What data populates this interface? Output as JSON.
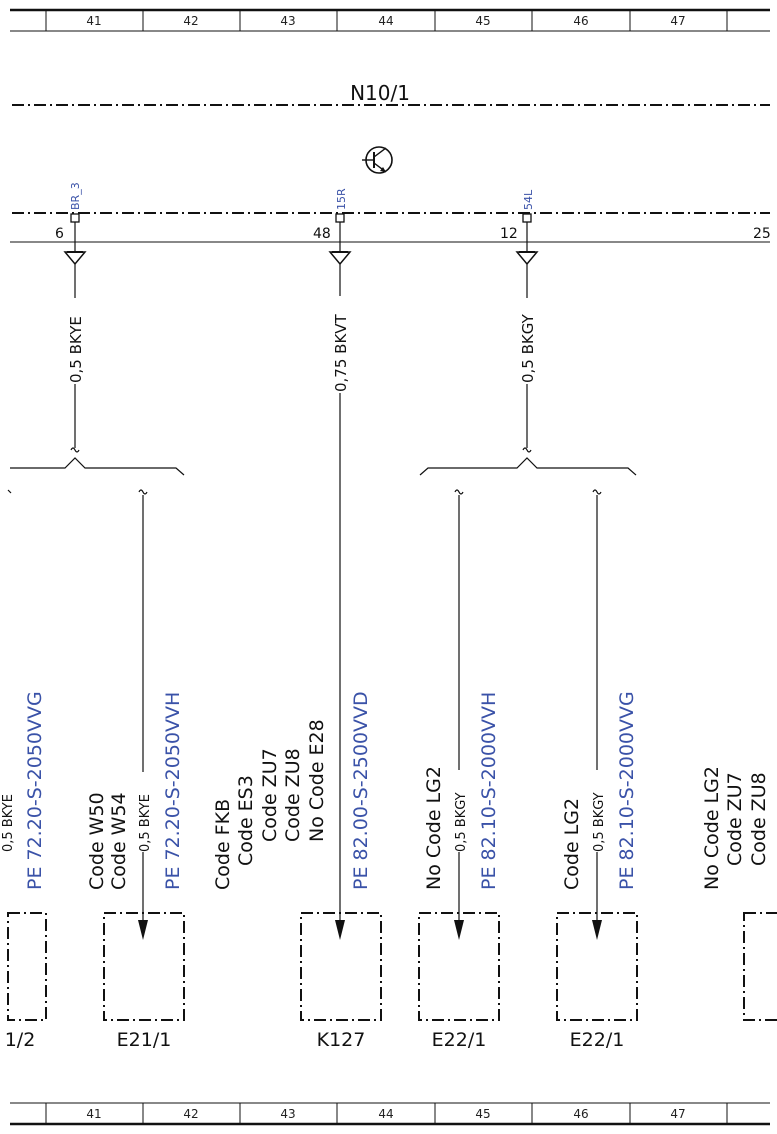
{
  "grid_columns": [
    "41",
    "42",
    "43",
    "44",
    "45",
    "46",
    "47"
  ],
  "module": {
    "name": "N10/1"
  },
  "pins": [
    {
      "label": "BR_3",
      "number": "6"
    },
    {
      "label": "15R",
      "number": "48"
    },
    {
      "label": "54L",
      "number": "12"
    },
    {
      "number": "25"
    }
  ],
  "trunk_wires": [
    "0,5 BKYE",
    "0,75 BKVT",
    "0,5 BKGY"
  ],
  "branches": {
    "partial_left": {
      "code_text": "PE 72.20-S-2050VVG",
      "wire": "0,5 BKYE"
    },
    "e21_1": {
      "codes": [
        "Code W50",
        "Code W54"
      ],
      "wire": "0,5 BKYE",
      "pe": "PE 72.20-S-2050VVH"
    },
    "k127": {
      "codes": [
        "Code FKB",
        "Code ES3",
        "Code ZU7",
        "Code ZU8",
        "No Code E28"
      ],
      "pe": "PE 82.00-S-2500VVD"
    },
    "e22_1_a": {
      "codes": [
        "No Code LG2"
      ],
      "wire": "0,5 BKGY",
      "pe": "PE 82.10-S-2000VVH"
    },
    "e22_1_b": {
      "codes": [
        "Code LG2"
      ],
      "wire": "0,5 BKGY",
      "pe": "PE 82.10-S-2000VVG"
    },
    "partial_right": {
      "codes": [
        "No Code LG2",
        "Code ZU7",
        "Code ZU8"
      ]
    }
  },
  "components": [
    "1/2",
    "E21/1",
    "K127",
    "E22/1",
    "E22/1"
  ],
  "colors": {
    "line": "#111111",
    "blue_text": "#3a52a8"
  }
}
